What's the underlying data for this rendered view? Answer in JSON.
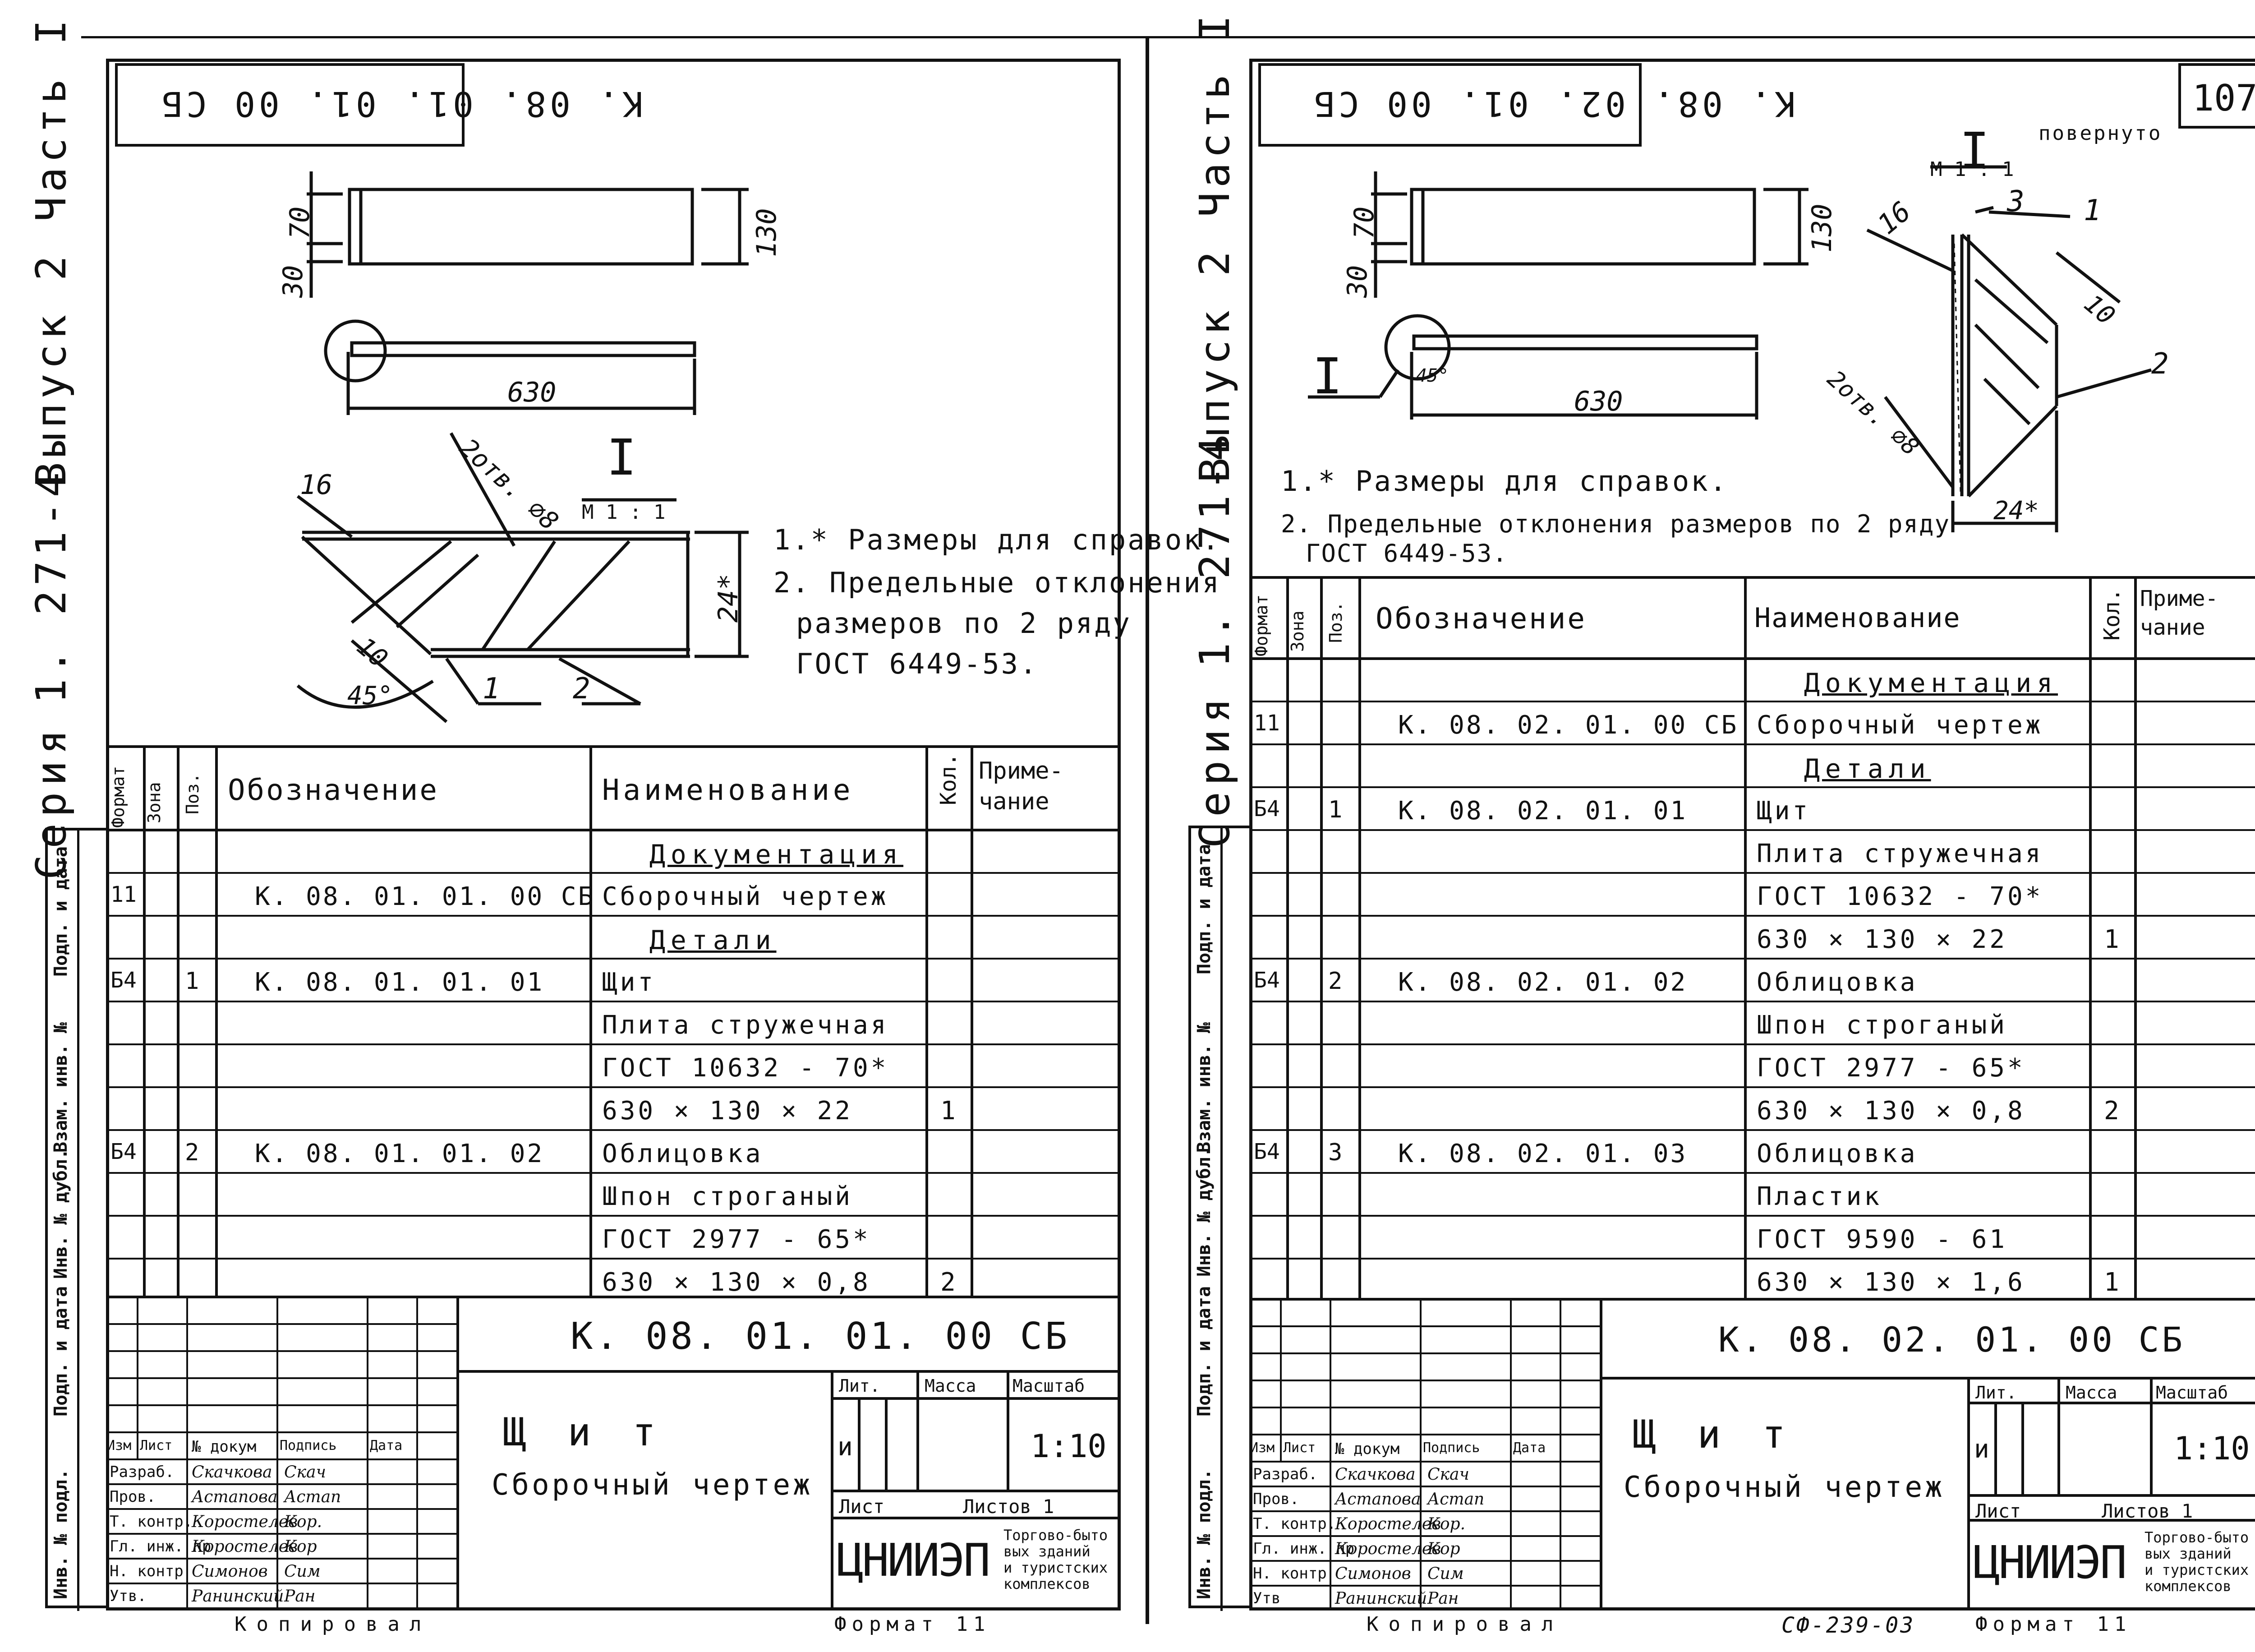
{
  "outer_frame": {
    "series_label": "Серия",
    "series_number": "1. 271-4",
    "issue_label": "Выпуск 2 Часть I"
  },
  "left_sheet": {
    "rotated_stamp": "К. 08. 01. 01. 00 СБ",
    "dims": {
      "d30": "30",
      "d70": "70",
      "d130": "130",
      "d630": "630",
      "d16": "16",
      "d2otv": "2отв. ⌀8",
      "d24": "24*",
      "d10": "10",
      "d45": "45°",
      "d1": "1",
      "d2": "2"
    },
    "view_label": "I",
    "view_scale": "М 1 : 1",
    "notes": [
      "1.* Размеры для справок.",
      "2. Предельные отклонения",
      "размеров по 2 ряду",
      "ГОСТ 6449-53."
    ],
    "table": {
      "headers": {
        "format": "Формат",
        "zone": "Зона",
        "pos": "Поз.",
        "designation": "Обозначение",
        "name": "Наименование",
        "qty": "Кол.",
        "note": "Приме-чание"
      },
      "rows": [
        {
          "format": "",
          "pos": "",
          "designation": "",
          "name": "Документация",
          "qty": "",
          "section": true
        },
        {
          "format": "11",
          "pos": "",
          "designation": "К. 08. 01. 01. 00 СБ",
          "name": "Сборочный чертеж",
          "qty": ""
        },
        {
          "format": "",
          "pos": "",
          "designation": "",
          "name": "Детали",
          "qty": "",
          "section": true
        },
        {
          "format": "Б4",
          "pos": "1",
          "designation": "К. 08. 01. 01. 01",
          "name": "Щит",
          "qty": ""
        },
        {
          "format": "",
          "pos": "",
          "designation": "",
          "name": "Плита стружечная",
          "qty": ""
        },
        {
          "format": "",
          "pos": "",
          "designation": "",
          "name": "ГОСТ 10632 - 70*",
          "qty": ""
        },
        {
          "format": "",
          "pos": "",
          "designation": "",
          "name": "630 × 130 × 22",
          "qty": "1"
        },
        {
          "format": "Б4",
          "pos": "2",
          "designation": "К. 08. 01. 01. 02",
          "name": "Облицовка",
          "qty": ""
        },
        {
          "format": "",
          "pos": "",
          "designation": "",
          "name": "Шпон строганый",
          "qty": ""
        },
        {
          "format": "",
          "pos": "",
          "designation": "",
          "name": "ГОСТ 2977 - 65*",
          "qty": ""
        },
        {
          "format": "",
          "pos": "",
          "designation": "",
          "name": "630 × 130 × 0,8",
          "qty": "2"
        }
      ]
    },
    "side_labels": [
      "Подп. и дата",
      "Взам. инв. №",
      "Инв. № дубл.",
      "Подп. и дата",
      "Инв. № подл."
    ],
    "title_block": {
      "doc_code": "К. 08. 01. 01. 00 СБ",
      "title": "Щ и т",
      "subtitle": "Сборочный чертеж",
      "col_headers": [
        "Изм",
        "Лист",
        "№ докум",
        "Подпись",
        "Дата"
      ],
      "people": [
        {
          "role": "Разраб.",
          "name": "Скачкова",
          "sign": "Скач"
        },
        {
          "role": "Пров.",
          "name": "Астапова",
          "sign": "Астап"
        },
        {
          "role": "Т. контр.",
          "name": "Коростелев",
          "sign": "Кор."
        },
        {
          "role": "Гл. инж. пр",
          "name": "Коростелев",
          "sign": "Кор"
        },
        {
          "role": "Н. контр",
          "name": "Симонов",
          "sign": "Сим"
        },
        {
          "role": "Утв.",
          "name": "Ранинский",
          "sign": "Ран"
        }
      ],
      "lit_label": "Лит.",
      "mass_label": "Масса",
      "scale_label": "Масштаб",
      "lit_value": "и",
      "scale_value": "1:10",
      "sheet_label": "Лист",
      "sheets_label": "Листов 1",
      "org_logo": "ЦНИИЭП",
      "org_name": [
        "Торгово-быто",
        "вых зданий",
        "и туристских",
        "комплексов"
      ]
    },
    "copied_label": "Копировал",
    "format_label": "Формат 11"
  },
  "right_sheet": {
    "sheet_number": "107",
    "rotated_stamp": "К. 08. 02. 01. 00 СБ",
    "view_label": "I",
    "view_rotated": "повернуто",
    "view_scale": "М 1 : 1",
    "dims": {
      "d30": "30",
      "d70": "70",
      "d130": "130",
      "d630": "630",
      "d45": "45°",
      "d16": "16",
      "d10": "10",
      "d2otv": "2отв. ⌀8",
      "d24": "24*",
      "d1": "1",
      "d2": "2",
      "d3": "3",
      "dI": "I"
    },
    "notes": [
      "1.* Размеры для справок.",
      "2. Предельные отклонения размеров по 2 ряду",
      "ГОСТ 6449-53."
    ],
    "table": {
      "headers": {
        "format": "Формат",
        "zone": "Зона",
        "pos": "Поз.",
        "designation": "Обозначение",
        "name": "Наименование",
        "qty": "Кол.",
        "note": "Приме-чание"
      },
      "rows": [
        {
          "format": "",
          "pos": "",
          "designation": "",
          "name": "Документация",
          "qty": "",
          "section": true
        },
        {
          "format": "11",
          "pos": "",
          "designation": "К. 08. 02. 01. 00 СБ",
          "name": "Сборочный чертеж",
          "qty": ""
        },
        {
          "format": "",
          "pos": "",
          "designation": "",
          "name": "Детали",
          "qty": "",
          "section": true
        },
        {
          "format": "Б4",
          "pos": "1",
          "designation": "К. 08. 02. 01. 01",
          "name": "Щит",
          "qty": ""
        },
        {
          "format": "",
          "pos": "",
          "designation": "",
          "name": "Плита стружечная",
          "qty": ""
        },
        {
          "format": "",
          "pos": "",
          "designation": "",
          "name": "ГОСТ 10632 - 70*",
          "qty": ""
        },
        {
          "format": "",
          "pos": "",
          "designation": "",
          "name": "630 × 130 × 22",
          "qty": "1"
        },
        {
          "format": "Б4",
          "pos": "2",
          "designation": "К. 08. 02. 01. 02",
          "name": "Облицовка",
          "qty": ""
        },
        {
          "format": "",
          "pos": "",
          "designation": "",
          "name": "Шпон строганый",
          "qty": ""
        },
        {
          "format": "",
          "pos": "",
          "designation": "",
          "name": "ГОСТ 2977 - 65*",
          "qty": ""
        },
        {
          "format": "",
          "pos": "",
          "designation": "",
          "name": "630 × 130 × 0,8",
          "qty": "2"
        },
        {
          "format": "Б4",
          "pos": "3",
          "designation": "К. 08. 02. 01. 03",
          "name": "Облицовка",
          "qty": ""
        },
        {
          "format": "",
          "pos": "",
          "designation": "",
          "name": "Пластик",
          "qty": ""
        },
        {
          "format": "",
          "pos": "",
          "designation": "",
          "name": "ГОСТ 9590 - 61",
          "qty": ""
        },
        {
          "format": "",
          "pos": "",
          "designation": "",
          "name": "630 × 130 × 1,6",
          "qty": "1"
        }
      ]
    },
    "side_labels": [
      "Подп. и дата",
      "Взам. инв. №",
      "Инв. № дубл.",
      "Подп. и дата",
      "Инв. № подл."
    ],
    "title_block": {
      "doc_code": "К. 08. 02. 01. 00 СБ",
      "title": "Щ и т",
      "subtitle": "Сборочный чертеж",
      "col_headers": [
        "Изм",
        "Лист",
        "№ докум",
        "Подпись",
        "Дата"
      ],
      "people": [
        {
          "role": "Разраб.",
          "name": "Скачкова",
          "sign": "Скач"
        },
        {
          "role": "Пров.",
          "name": "Астапова",
          "sign": "Астап"
        },
        {
          "role": "Т. контр.",
          "name": "Коростелев",
          "sign": "Кор."
        },
        {
          "role": "Гл. инж. пр",
          "name": "Коростелев",
          "sign": "Кор"
        },
        {
          "role": "Н. контр",
          "name": "Симонов",
          "sign": "Сим"
        },
        {
          "role": "Утв",
          "name": "Ранинский",
          "sign": "Ран"
        }
      ],
      "lit_label": "Лит.",
      "mass_label": "Масса",
      "scale_label": "Масштаб",
      "lit_value": "и",
      "scale_value": "1:10",
      "sheet_label": "Лист",
      "sheets_label": "Листов 1",
      "org_logo": "ЦНИИЭП",
      "org_name": [
        "Торгово-быто",
        "вых зданий",
        "и туристских",
        "комплексов"
      ]
    },
    "copied_label": "Копировал",
    "format_label": "Формат 11",
    "archive_code": "СФ-239-03"
  }
}
